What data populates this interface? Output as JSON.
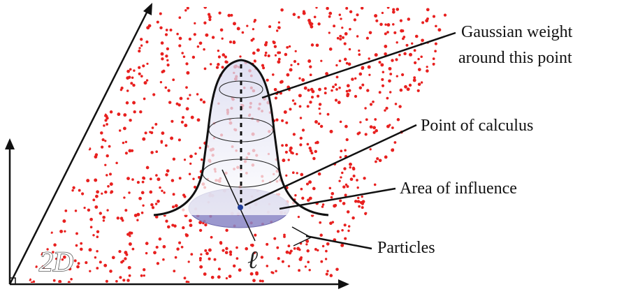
{
  "diagram": {
    "labels": {
      "gaussian_line1": "Gaussian weight",
      "gaussian_line2": "around this point",
      "point_of_calculus": "Point of calculus",
      "area_of_influence": "Area of influence",
      "particles": "Particles",
      "dimension": "2D",
      "smoothing_length": "ℓ"
    },
    "colors": {
      "particle": "#e8201f",
      "influence_area": "#8a86c6",
      "bell_fill": "#dcdcf0",
      "center_point": "#1f3d9a",
      "line": "#111111"
    },
    "icons": [
      "x-axis-arrow",
      "y-axis-arrow",
      "plane-diagonal-arrow"
    ]
  }
}
